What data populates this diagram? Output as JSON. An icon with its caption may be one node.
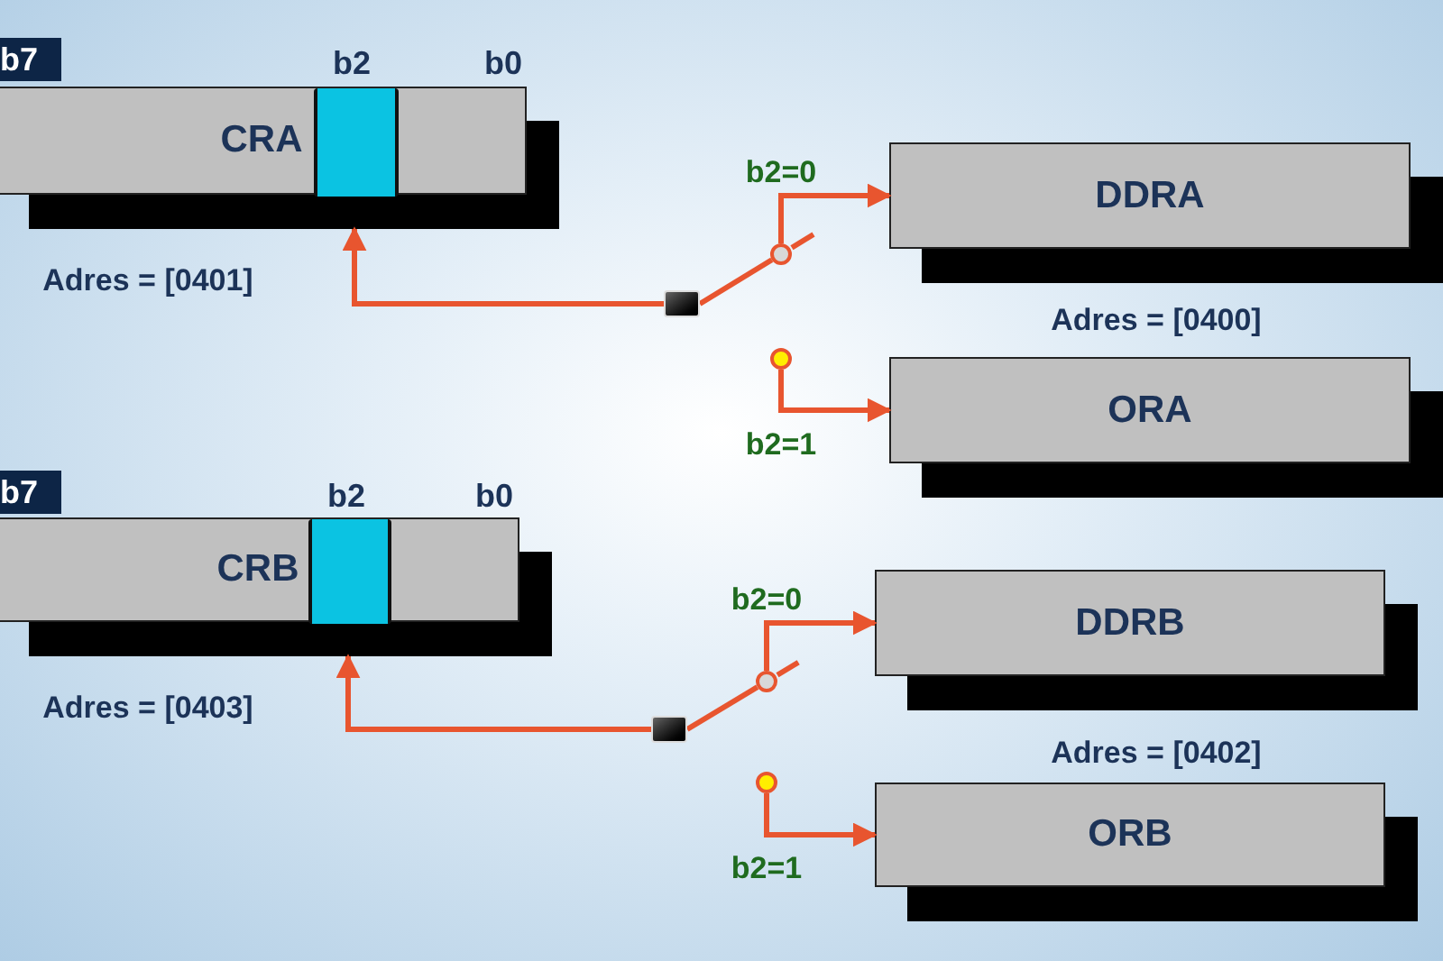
{
  "diagram": {
    "nodes": [
      {
        "text": [
          "CRA"
        ]
      },
      {
        "text": [],
        "shape": "box",
        "in": 0
      },
      {
        "text": [
          "DDRA"
        ]
      },
      {
        "text": [
          "ORA"
        ]
      },
      {
        "text": [],
        "shape": "box"
      },
      {
        "text": [],
        "shape": "circle"
      },
      {
        "text": [],
        "shape": "circle"
      },
      {
        "text": [
          "CRB"
        ]
      },
      {
        "text": [],
        "shape": "box",
        "in": 7
      },
      {
        "text": [
          "DDRB"
        ]
      },
      {
        "text": [
          "ORB"
        ]
      },
      {
        "text": [],
        "shape": "box"
      },
      {
        "text": [],
        "shape": "circle"
      },
      {
        "text": [],
        "shape": "circle"
      }
    ],
    "edges": [
      {
        "from": 4,
        "to": 1,
        "arrow": "to"
      },
      {
        "from": 4,
        "to": 5,
        "arrow": "none"
      },
      {
        "from": 5,
        "to": 2,
        "arrow": "to",
        "label": "b2=0"
      },
      {
        "from": 6,
        "to": 3,
        "arrow": "to",
        "label": "b2=1"
      },
      {
        "from": 11,
        "to": 8,
        "arrow": "to"
      },
      {
        "from": 11,
        "to": 12,
        "arrow": "none"
      },
      {
        "from": 12,
        "to": 9,
        "arrow": "to",
        "label": "b2=0"
      },
      {
        "from": 13,
        "to": 10,
        "arrow": "to",
        "label": "b2=1"
      }
    ],
    "labels": [
      "b7",
      "b2",
      "b0",
      "Adres = [0401]",
      "Adres = [0400]",
      "b7",
      "b2",
      "b0",
      "Adres = [0403]",
      "Adres = [0402]"
    ]
  }
}
